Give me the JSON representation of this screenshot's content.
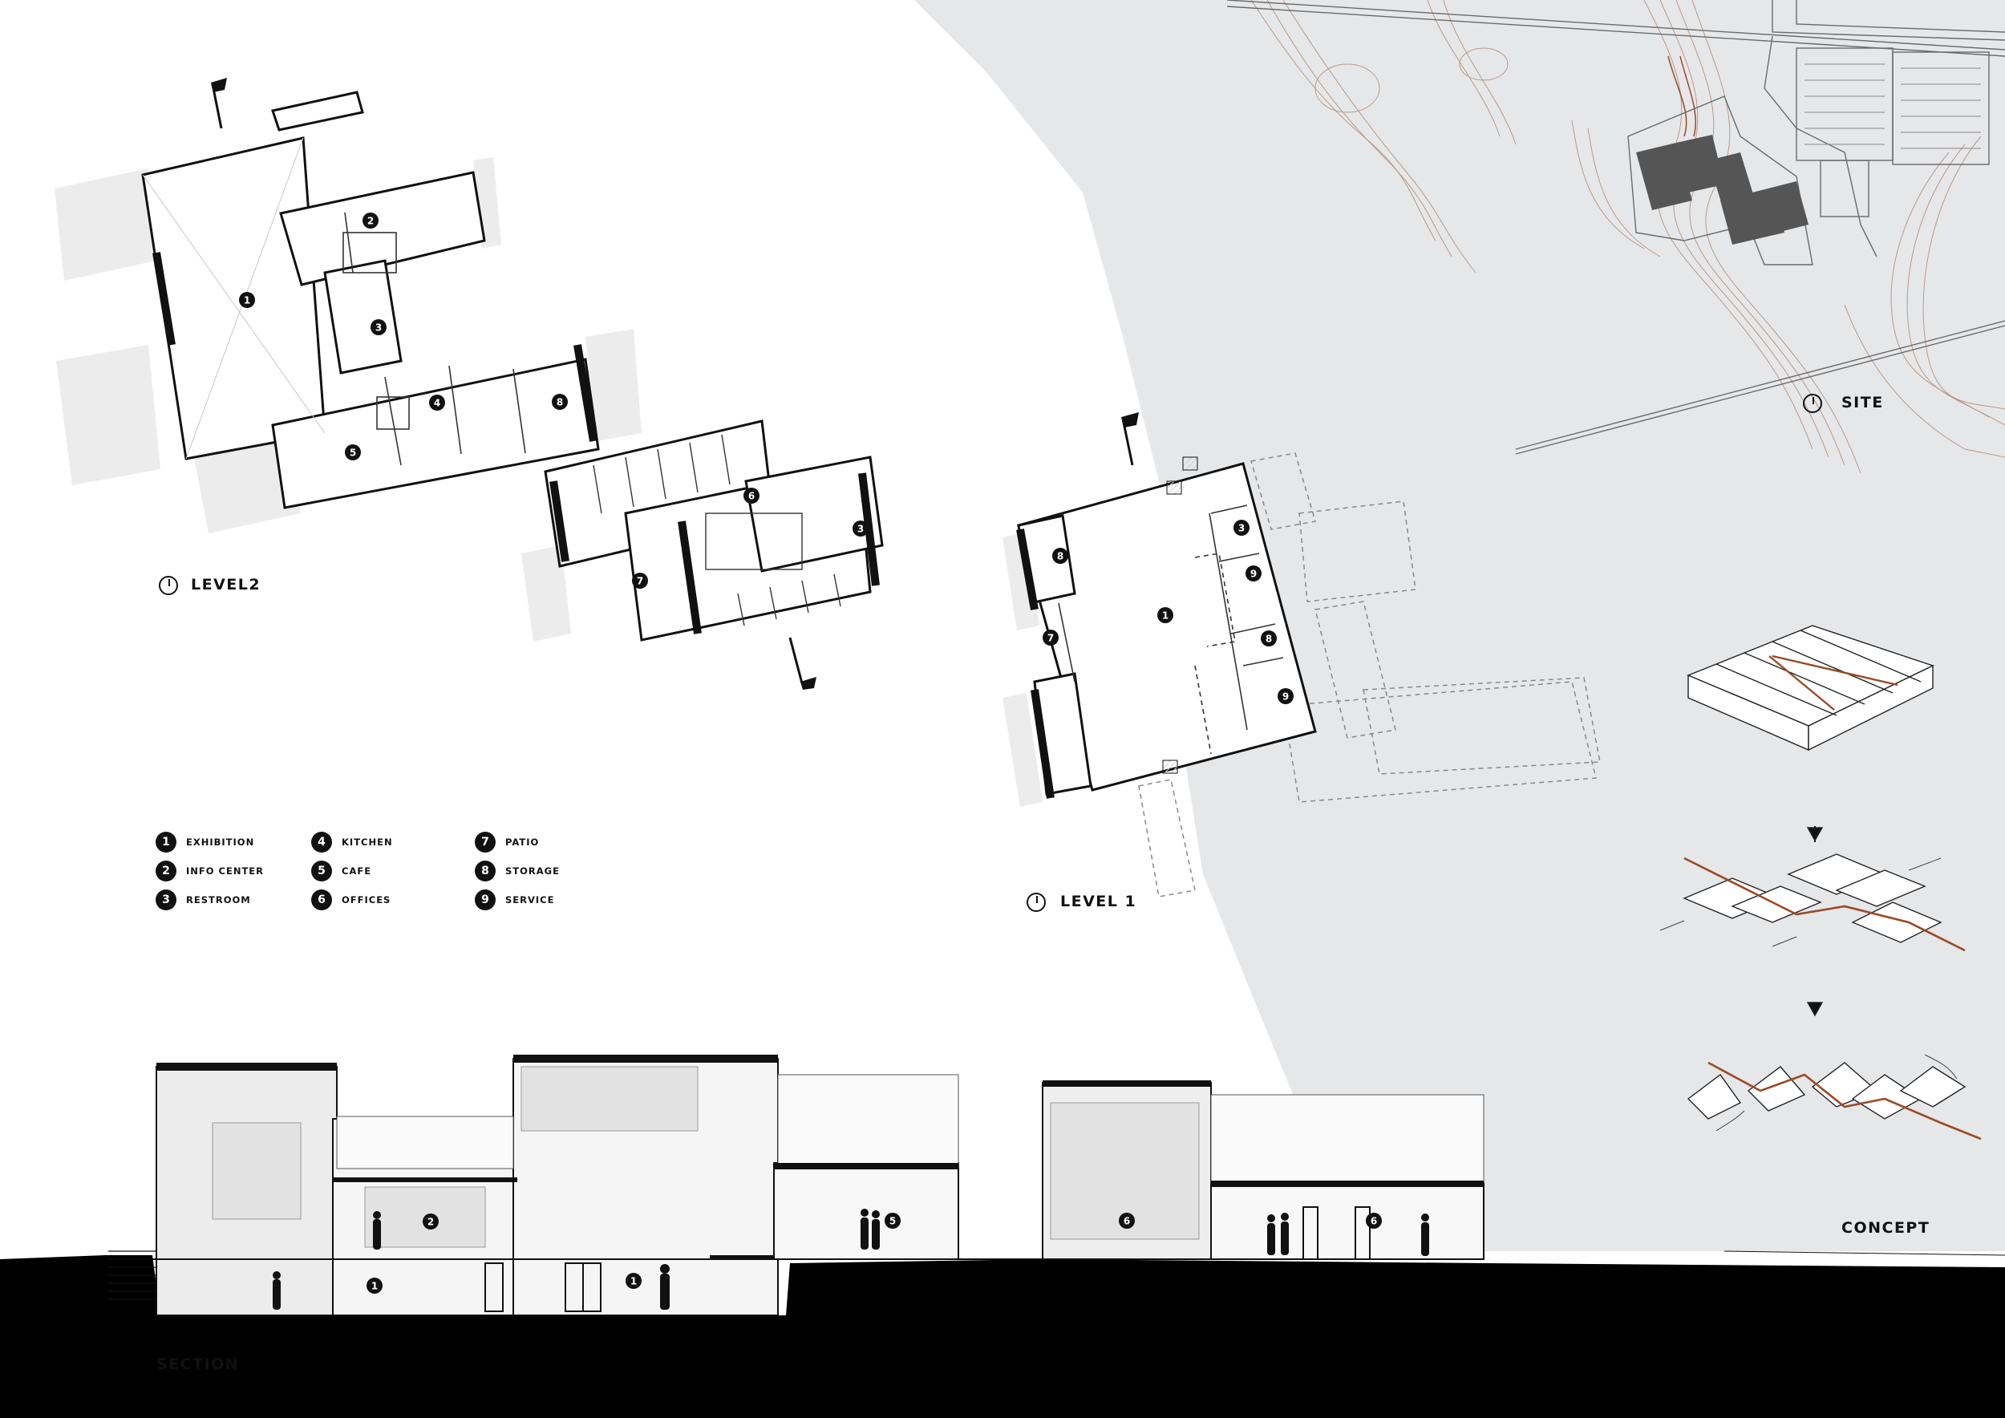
{
  "labels": {
    "level2": "LEVEL2",
    "level1": "LEVEL 1",
    "site": "SITE",
    "concept": "CONCEPT",
    "section": "SECTION"
  },
  "legend": [
    {
      "num": "1",
      "text": "EXHIBITION"
    },
    {
      "num": "2",
      "text": "INFO CENTER"
    },
    {
      "num": "3",
      "text": "RESTROOM"
    },
    {
      "num": "4",
      "text": "KITCHEN"
    },
    {
      "num": "5",
      "text": "CAFE"
    },
    {
      "num": "6",
      "text": "OFFICES"
    },
    {
      "num": "7",
      "text": "PATIO"
    },
    {
      "num": "8",
      "text": "STORAGE"
    },
    {
      "num": "9",
      "text": "SERVICE"
    }
  ],
  "plan_tags": {
    "level2": [
      "1",
      "2",
      "3",
      "4",
      "5",
      "8"
    ],
    "level2_offices": [
      "6",
      "3",
      "7"
    ],
    "level1": [
      "1",
      "3",
      "7",
      "8",
      "8",
      "9",
      "9"
    ],
    "section": [
      "1",
      "1",
      "2",
      "5",
      "6",
      "6"
    ]
  },
  "colors": {
    "background": "#ffffff",
    "site_field": "#e6e7e9",
    "ink": "#111111",
    "concept_accent": "#9a4a24",
    "contours": "#b79a87"
  }
}
